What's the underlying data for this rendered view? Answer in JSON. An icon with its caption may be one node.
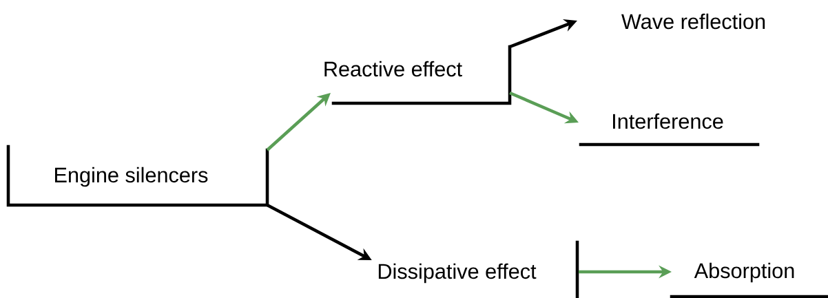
{
  "diagram": {
    "nodes": [
      {
        "text": [
          "Engine silencers"
        ]
      },
      {
        "text": [
          "Reactive effect"
        ]
      },
      {
        "text": [
          "Dissipative effect"
        ]
      },
      {
        "text": [
          "Wave reflection"
        ]
      },
      {
        "text": [
          "Interference"
        ]
      },
      {
        "text": [
          "Absorption"
        ]
      }
    ],
    "edges": [
      {
        "from": 0,
        "to": 1,
        "arrow": "to",
        "color": "#5a9e56"
      },
      {
        "from": 0,
        "to": 2,
        "arrow": "to",
        "color": "#000000"
      },
      {
        "from": 1,
        "to": 3,
        "arrow": "to",
        "color": "#000000"
      },
      {
        "from": 1,
        "to": 4,
        "arrow": "to",
        "color": "#5a9e56"
      },
      {
        "from": 2,
        "to": 5,
        "arrow": "to",
        "color": "#5a9e56"
      }
    ]
  }
}
